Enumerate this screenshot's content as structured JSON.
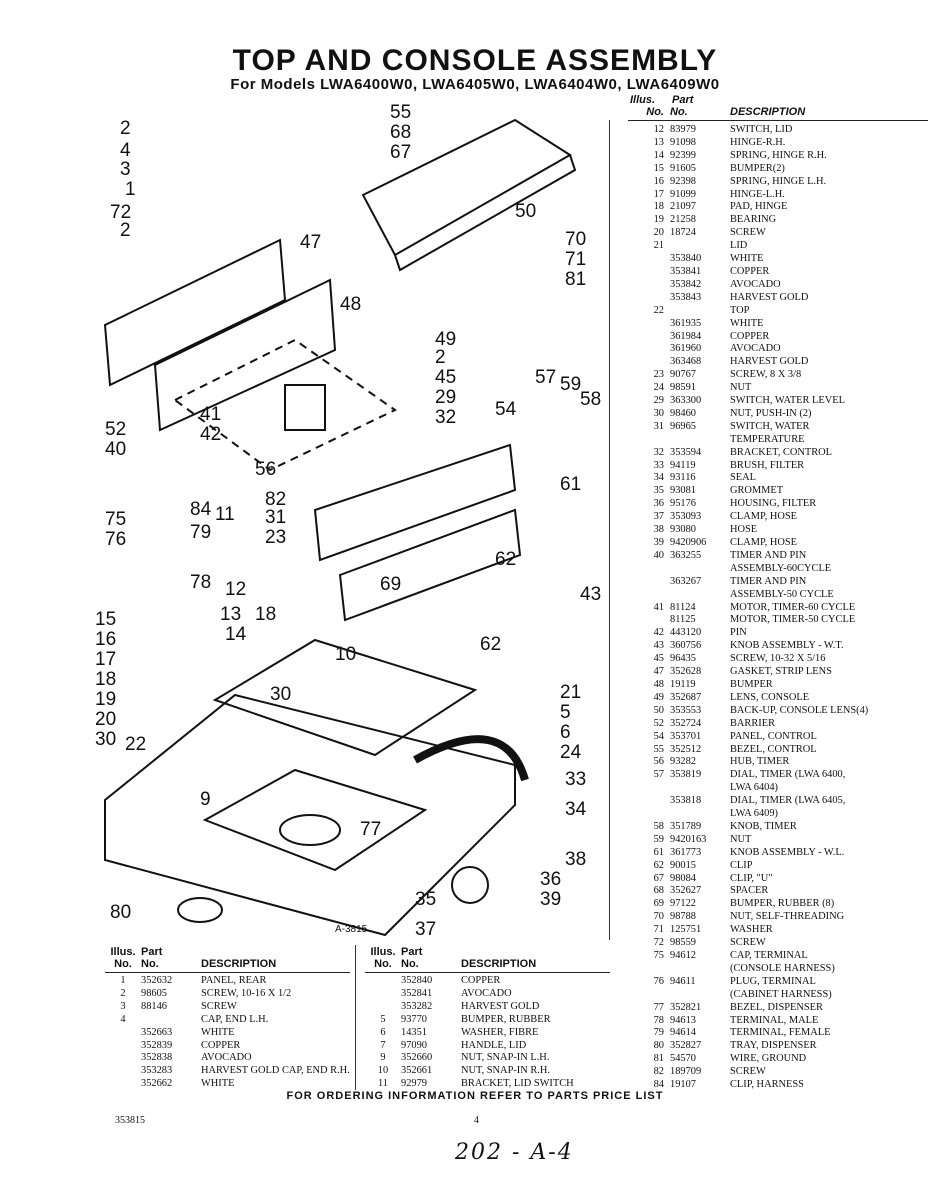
{
  "title": "TOP AND CONSOLE ASSEMBLY",
  "subtitle": "For Models LWA6400W0, LWA6405W0, LWA6404W0, LWA6409W0",
  "table_headers": {
    "illus": "Illus.",
    "part": "Part",
    "no1": "No.",
    "no2": "No.",
    "description": "DESCRIPTION"
  },
  "right_list": [
    [
      "12",
      "83979",
      "SWITCH, LID"
    ],
    [
      "13",
      "91098",
      "HINGE-R.H."
    ],
    [
      "14",
      "92399",
      "SPRING, HINGE R.H."
    ],
    [
      "15",
      "91605",
      "BUMPER(2)"
    ],
    [
      "16",
      "92398",
      "SPRING, HINGE L.H."
    ],
    [
      "17",
      "91099",
      "HINGE-L.H."
    ],
    [
      "18",
      "21097",
      "PAD, HINGE"
    ],
    [
      "19",
      "21258",
      "BEARING"
    ],
    [
      "20",
      "18724",
      "SCREW"
    ],
    [
      "21",
      "",
      "LID"
    ],
    [
      "",
      "353840",
      "WHITE"
    ],
    [
      "",
      "353841",
      "COPPER"
    ],
    [
      "",
      "353842",
      "AVOCADO"
    ],
    [
      "",
      "353843",
      "HARVEST GOLD"
    ],
    [
      "22",
      "",
      "TOP"
    ],
    [
      "",
      "361935",
      "WHITE"
    ],
    [
      "",
      "361984",
      "COPPER"
    ],
    [
      "",
      "361960",
      "AVOCADO"
    ],
    [
      "",
      "363468",
      "HARVEST GOLD"
    ],
    [
      "23",
      "90767",
      "SCREW, 8 x 3/8"
    ],
    [
      "24",
      "98591",
      "NUT"
    ],
    [
      "29",
      "363300",
      "SWITCH, WATER LEVEL"
    ],
    [
      "30",
      "98460",
      "NUT, PUSH-IN (2)"
    ],
    [
      "31",
      "96965",
      "SWITCH, WATER"
    ],
    [
      "",
      "",
      "TEMPERATURE"
    ],
    [
      "32",
      "353594",
      "BRACKET, CONTROL"
    ],
    [
      "33",
      "94119",
      "BRUSH, FILTER"
    ],
    [
      "34",
      "93116",
      "SEAL"
    ],
    [
      "35",
      "93081",
      "GROMMET"
    ],
    [
      "36",
      "95176",
      "HOUSING, FILTER"
    ],
    [
      "37",
      "353093",
      "CLAMP, HOSE"
    ],
    [
      "38",
      "93080",
      "HOSE"
    ],
    [
      "39",
      "9420906",
      "CLAMP, HOSE"
    ],
    [
      "40",
      "363255",
      "TIMER AND PIN"
    ],
    [
      "",
      "",
      "ASSEMBLY-60CYCLE"
    ],
    [
      "",
      "363267",
      "TIMER AND PIN"
    ],
    [
      "",
      "",
      "ASSEMBLY-50 CYCLE"
    ],
    [
      "41",
      "81124",
      "MOTOR, TIMER-60 CYCLE"
    ],
    [
      "",
      "81125",
      "MOTOR, TIMER-50 CYCLE"
    ],
    [
      "42",
      "443120",
      "PIN"
    ],
    [
      "43",
      "360756",
      "KNOB ASSEMBLY - W.T."
    ],
    [
      "45",
      "96435",
      "SCREW, 10-32 x 5/16"
    ],
    [
      "47",
      "352628",
      "GASKET, STRIP LENS"
    ],
    [
      "48",
      "19119",
      "BUMPER"
    ],
    [
      "49",
      "352687",
      "LENS, CONSOLE"
    ],
    [
      "50",
      "353553",
      "BACK-UP, CONSOLE LENS(4)"
    ],
    [
      "52",
      "352724",
      "BARRIER"
    ],
    [
      "54",
      "353701",
      "PANEL, CONTROL"
    ],
    [
      "55",
      "352512",
      "BEZEL, CONTROL"
    ],
    [
      "56",
      "93282",
      "HUB, TIMER"
    ],
    [
      "57",
      "353819",
      "DIAL, TIMER (LWA 6400,"
    ],
    [
      "",
      "",
      "LWA 6404)"
    ],
    [
      "",
      "353818",
      "DIAL, TIMER (LWA 6405,"
    ],
    [
      "",
      "",
      "LWA 6409)"
    ],
    [
      "58",
      "351789",
      "KNOB, TIMER"
    ],
    [
      "59",
      "9420163",
      "NUT"
    ],
    [
      "61",
      "361773",
      "KNOB ASSEMBLY - W.L."
    ],
    [
      "62",
      "90015",
      "CLIP"
    ],
    [
      "67",
      "98084",
      "CLIP, \"U\""
    ],
    [
      "68",
      "352627",
      "SPACER"
    ],
    [
      "69",
      "97122",
      "BUMPER, RUBBER (8)"
    ],
    [
      "70",
      "98788",
      "NUT, SELF-THREADING"
    ],
    [
      "71",
      "125751",
      "WASHER"
    ],
    [
      "72",
      "98559",
      "SCREW"
    ],
    [
      "75",
      "94612",
      "CAP, TERMINAL"
    ],
    [
      "",
      "",
      "(CONSOLE HARNESS)"
    ],
    [
      "76",
      "94611",
      "PLUG, TERMINAL"
    ],
    [
      "",
      "",
      "(CABINET HARNESS)"
    ],
    [
      "77",
      "352821",
      "BEZEL, DISPENSER"
    ],
    [
      "78",
      "94613",
      "TERMINAL, MALE"
    ],
    [
      "79",
      "94614",
      "TERMINAL, FEMALE"
    ],
    [
      "80",
      "352827",
      "TRAY, DISPENSER"
    ],
    [
      "81",
      "54570",
      "WIRE, GROUND"
    ],
    [
      "82",
      "189709",
      "SCREW"
    ],
    [
      "84",
      "19107",
      "CLIP, HARNESS"
    ]
  ],
  "bottom_left": [
    [
      "1",
      "352632",
      "PANEL, REAR"
    ],
    [
      "2",
      "98605",
      "SCREW, 10-16 x 1/2"
    ],
    [
      "3",
      "88146",
      "SCREW"
    ],
    [
      "4",
      "",
      "CAP, END L.H."
    ],
    [
      "",
      "352663",
      "WHITE"
    ],
    [
      "",
      "352839",
      "COPPER"
    ],
    [
      "",
      "352838",
      "AVOCADO"
    ],
    [
      "",
      "353283",
      "HARVEST GOLD CAP, END R.H."
    ],
    [
      "",
      "352662",
      "WHITE"
    ]
  ],
  "bottom_right": [
    [
      "",
      "352840",
      "COPPER"
    ],
    [
      "",
      "352841",
      "AVOCADO"
    ],
    [
      "",
      "353282",
      "HARVEST GOLD"
    ],
    [
      "5",
      "93770",
      "BUMPER, RUBBER"
    ],
    [
      "6",
      "14351",
      "WASHER, FIBRE"
    ],
    [
      "7",
      "97090",
      "HANDLE, LID"
    ],
    [
      "9",
      "352660",
      "NUT, SNAP-IN L.H."
    ],
    [
      "10",
      "352661",
      "NUT, SNAP-IN R.H."
    ],
    [
      "11",
      "92979",
      "BRACKET, LID SWITCH"
    ]
  ],
  "diagram_ref": "A-3815",
  "footer": "FOR ORDERING INFORMATION REFER TO PARTS PRICE LIST",
  "doc_number": "353815",
  "page_number": "4",
  "handwritten": "202 - A-4"
}
